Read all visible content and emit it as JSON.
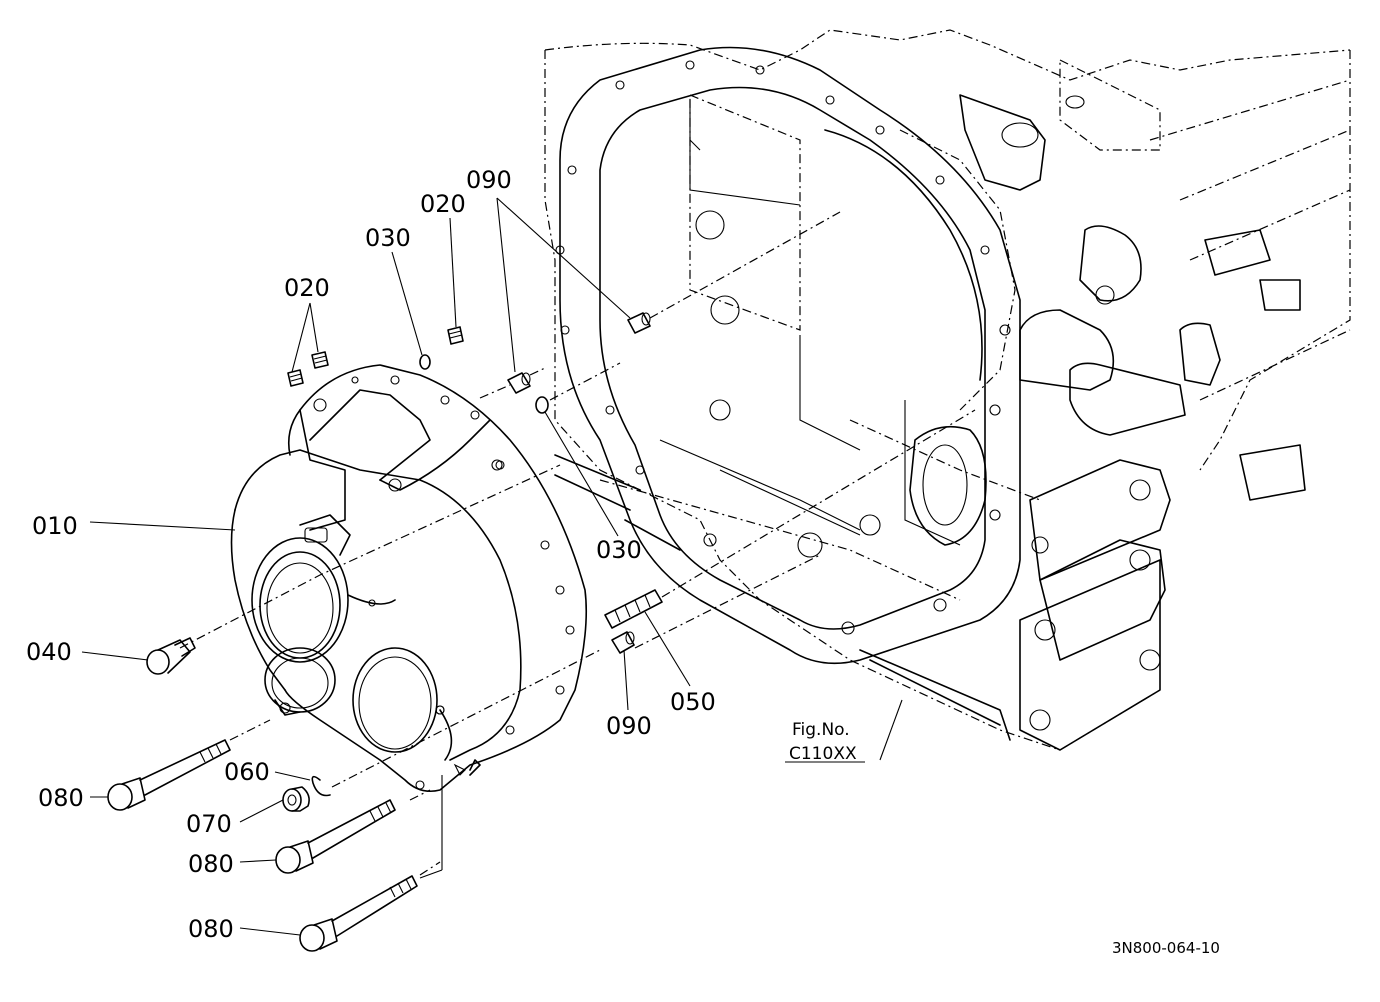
{
  "labels": {
    "l010": "010",
    "l020a": "020",
    "l020b": "020",
    "l030a": "030",
    "l030b": "030",
    "l040": "040",
    "l050": "050",
    "l060": "060",
    "l070": "070",
    "l080a": "080",
    "l080b": "080",
    "l080c": "080",
    "l090a": "090",
    "l090b": "090"
  },
  "figure_ref": {
    "title": "Fig.No.",
    "number": "C110XX"
  },
  "drawing_code": "3N800-064-10"
}
